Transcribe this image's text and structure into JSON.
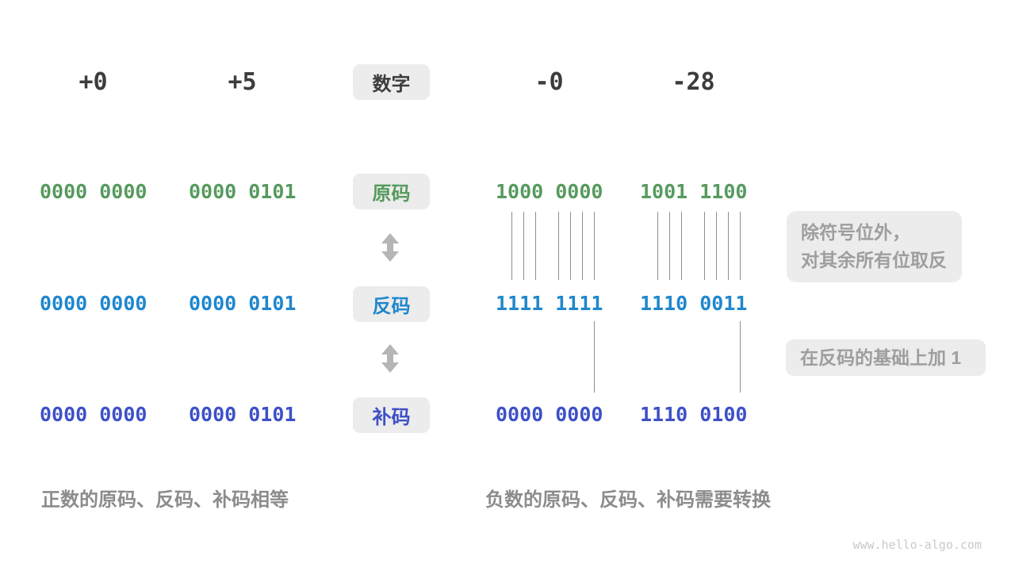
{
  "palette": {
    "green": "#569a5e",
    "blue": "#1f87cd",
    "indigo": "#3d50c6",
    "dark": "#3c3c3c",
    "caption": "#8c8c8c",
    "note-text": "#9e9e9e",
    "box-bg": "#ececec",
    "line": "#8e8e8e",
    "arrow": "#b5b5b5",
    "watermark": "#c9c9c9"
  },
  "header": {
    "label": "数字",
    "numbers": [
      "+0",
      "+5",
      "-0",
      "-28"
    ]
  },
  "rows": [
    {
      "id": "sign-magnitude",
      "label": "原码",
      "values": [
        "0000 0000",
        "0000 0101",
        "1000 0000",
        "1001 1100"
      ]
    },
    {
      "id": "ones-complement",
      "label": "反码",
      "values": [
        "0000 0000",
        "0000 0101",
        "1111 1111",
        "1110 0011"
      ]
    },
    {
      "id": "twos-complement",
      "label": "补码",
      "values": [
        "0000 0000",
        "0000 0101",
        "0000 0000",
        "1110 0100"
      ]
    }
  ],
  "annotations": {
    "flip_line1": "除符号位外，",
    "flip_line2": "对其余所有位取反",
    "add_one": "在反码的基础上加 1"
  },
  "captions": {
    "left": "正数的原码、反码、补码相等",
    "right": "负数的原码、反码、补码需要转换"
  },
  "watermark": "www.hello-algo.com"
}
